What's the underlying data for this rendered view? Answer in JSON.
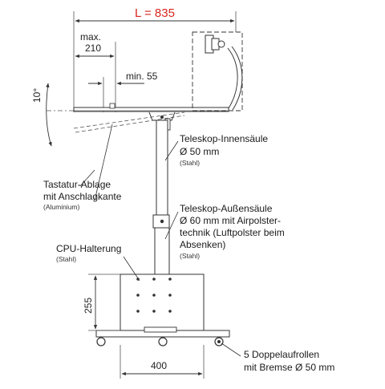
{
  "dimensions": {
    "total_length": "L = 835",
    "max_label": "max.",
    "max_value": "210",
    "min_value": "min. 55",
    "angle": "10°",
    "height": "255",
    "base_width": "400"
  },
  "labels": {
    "inner_column": {
      "title": "Teleskop-Innensäule",
      "spec": "Ø 50 mm",
      "material": "(Stahl)"
    },
    "keyboard_tray": {
      "line1": "Tastatur-Ablage",
      "line2": "mit Anschlagkante",
      "material": "(Aluminium)"
    },
    "outer_column": {
      "line1": "Teleskop-Außensäule",
      "line2": "Ø 60 mm mit Airpolster-",
      "line3": "technik (Luftpolster beim",
      "line4": "Absenken)",
      "material": "(Stahl)"
    },
    "cpu_holder": {
      "title": "CPU-Halterung",
      "material": "(Stahl)"
    },
    "casters": {
      "line1": "5 Doppelaufrollen",
      "line2": "mit Bremse Ø 50 mm"
    }
  },
  "colors": {
    "accent": "#d7261e",
    "line": "#333333"
  }
}
